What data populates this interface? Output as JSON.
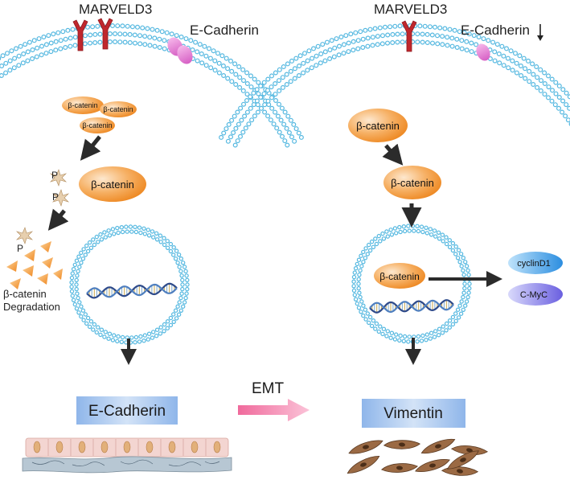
{
  "left": {
    "marveld3": "MARVELD3",
    "ecadherin_membrane": "E-Cadherin",
    "bcat_small": [
      "β-catenin",
      "β-catenin",
      "β-catenin"
    ],
    "phospho_p": "P",
    "bcat_phos": "β-catenin",
    "degradation_line1": "β-catenin",
    "degradation_line2": "Degradation",
    "ecadherin_box": "E-Cadherin"
  },
  "middle": {
    "emt": "EMT"
  },
  "right": {
    "marveld3": "MARVELD3",
    "ecadherin_membrane": "E-Cadherin",
    "bcat_top": "β-catenin",
    "bcat_mid": "β-catenin",
    "bcat_nucleus": "β-catenin",
    "cyclin": "cyclinD1",
    "cmyc": "C-MyC",
    "vimentin_box": "Vimentin"
  },
  "colors": {
    "membrane": "#55b8e0",
    "receptor": "#c0272d",
    "ecadherin": "#e880d6",
    "bcat_light": "#fbd3a4",
    "bcat_dark": "#f08a24",
    "arrow": "#2b2b2b",
    "box": "#a8c8ee",
    "emt_arrow": "#f27aa6"
  },
  "icons": {
    "receptor": "y-shaped-receptor-icon",
    "phosphate": "phosphate-star-icon",
    "dna": "dna-helix-icon",
    "cells": "spindle-cell-icon"
  }
}
